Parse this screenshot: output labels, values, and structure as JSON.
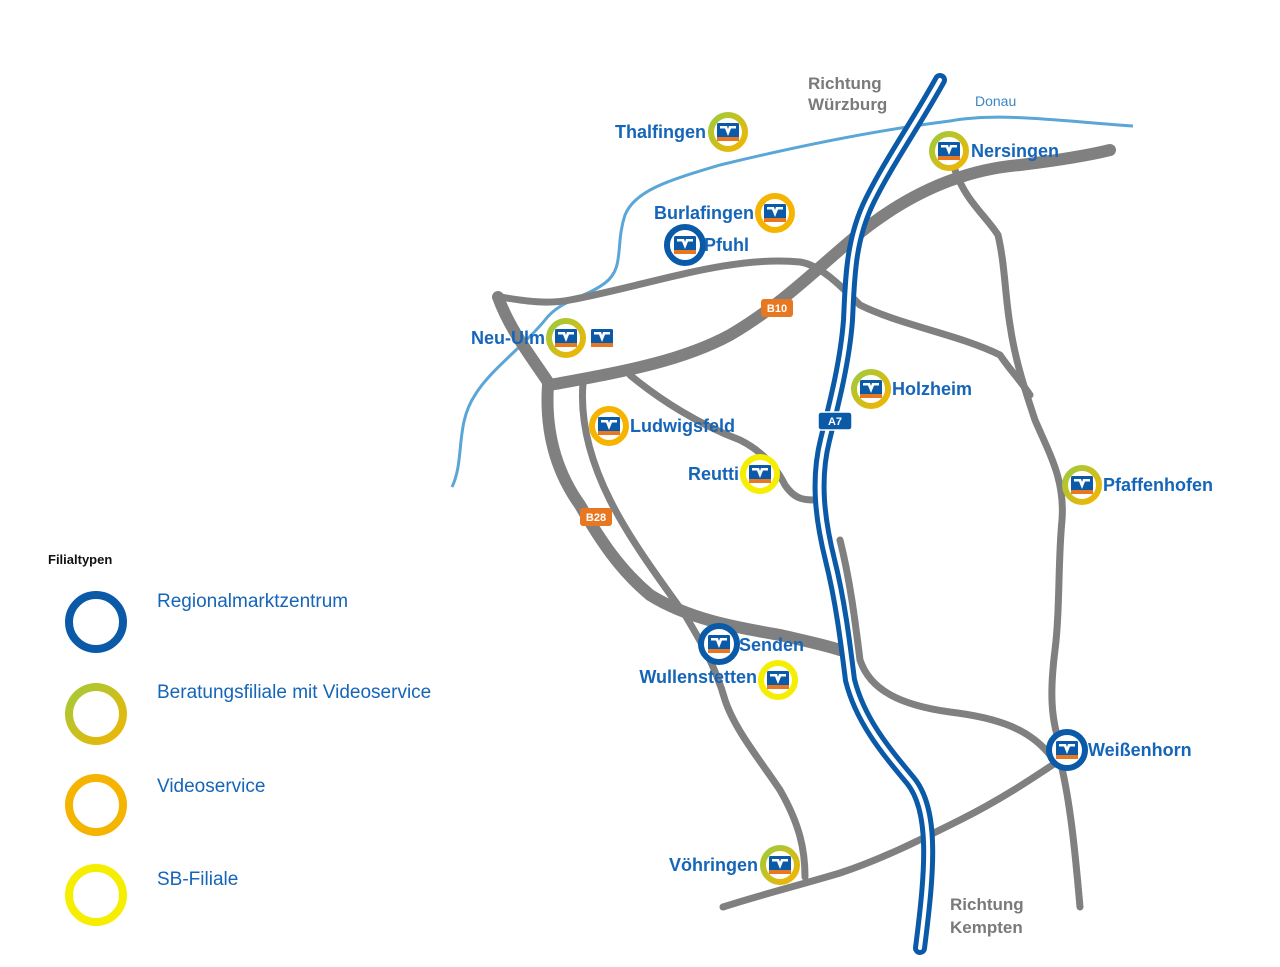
{
  "legend": {
    "title": "Filialtypen",
    "items": [
      {
        "label": "Regionalmarktzentrum",
        "type": "regional"
      },
      {
        "label": "Beratungsfiliale mit Videoservice",
        "type": "beratung"
      },
      {
        "label": "Videoservice",
        "type": "video"
      },
      {
        "label": "SB-Filiale",
        "type": "sb"
      }
    ]
  },
  "map": {
    "directions": {
      "north_line1": "Richtung",
      "north_line2": "Würzburg",
      "south_line1": "Richtung",
      "south_line2": "Kempten"
    },
    "river": "Donau",
    "roads": {
      "b10": "B10",
      "b28": "B28",
      "a7": "A7"
    },
    "branches": [
      {
        "name": "Thalfingen",
        "type": "beratung"
      },
      {
        "name": "Nersingen",
        "type": "beratung"
      },
      {
        "name": "Burlafingen",
        "type": "video"
      },
      {
        "name": "Pfuhl",
        "type": "regional"
      },
      {
        "name": "Neu-Ulm",
        "type": "beratung"
      },
      {
        "name": "Holzheim",
        "type": "beratung"
      },
      {
        "name": "Ludwigsfeld",
        "type": "video"
      },
      {
        "name": "Reutti",
        "type": "sb"
      },
      {
        "name": "Pfaffenhofen",
        "type": "beratung"
      },
      {
        "name": "Senden",
        "type": "regional"
      },
      {
        "name": "Wullenstetten",
        "type": "sb"
      },
      {
        "name": "Weißenhorn",
        "type": "regional"
      },
      {
        "name": "Vöhringen",
        "type": "beratung"
      }
    ]
  },
  "colors": {
    "brand_blue": "#0a5aa8",
    "label_blue": "#1565b8",
    "road_gray": "#808080",
    "river_blue": "#5aa6d6",
    "road_orange": "#e87722",
    "video_orange": "#f5b400",
    "sb_yellow": "#f5ee00",
    "beratung_green": "#9ecb3c"
  }
}
